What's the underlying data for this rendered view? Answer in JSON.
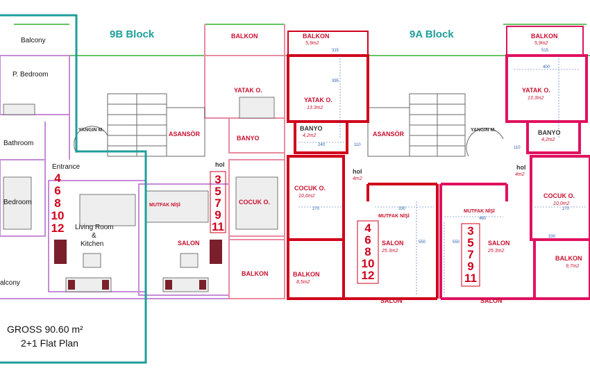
{
  "blocks": {
    "left": "9B Block",
    "right": "9A Block"
  },
  "flat": {
    "rooms": {
      "balcony_top": "Balcony",
      "parent_bedroom": "P. Bedroom",
      "bathroom": "Bathroom",
      "entrance": "Entrance",
      "bedroom": "Bedroom",
      "living_line1": "Living Room",
      "living_line2": "&",
      "living_line3": "Kitchen",
      "balcony_bottom": "alcony"
    },
    "gross_line": "GROSS 90.60 m²",
    "type_line": "2+1 Flat Plan"
  },
  "stacks": {
    "even_9b": [
      "4",
      "6",
      "8",
      "10",
      "12"
    ],
    "odd_9b": [
      "3",
      "5",
      "7",
      "9",
      "11"
    ],
    "even_9a": [
      "4",
      "6",
      "8",
      "10",
      "12"
    ],
    "odd_9a": [
      "3",
      "5",
      "7",
      "9",
      "11"
    ]
  },
  "labels_9b": {
    "yangin": "YANGIN M.",
    "asansor": "ASANSÖR",
    "balkon_top": "BALKON",
    "yatak": "YATAK O.",
    "banyo": "BANYO",
    "hol": "hol",
    "cocuk": "COCUK O.",
    "mutfak": "MUTFAK NİŞİ",
    "salon": "SALON",
    "balkon_bottom": "BALKON"
  },
  "labels_9a": {
    "balkon_top_l": "BALKON",
    "balkon_top_l_area": "5,9m2",
    "yatak_l": "YATAK O.",
    "yatak_l_area": "13.3m2",
    "banyo_l": "BANYO",
    "banyo_l_area": "4,2m2",
    "asansor": "ASANSÖR",
    "yangin": "YANGIN M.",
    "hol_l": "hol",
    "hol_l_area": "4m2",
    "cocuk_l": "COCUK O.",
    "cocuk_l_area": "10,6m2",
    "mutfak_l": "MUTFAK NİŞİ",
    "salon_l": "SALON",
    "salon_l_area": "25.3m2",
    "balkon_bottom_l": "BALKON",
    "balkon_bottom_l_area": "8,5m2",
    "salon_bottom_l": "SALON",
    "mutfak_r": "MUTFAK NİŞİ",
    "salon_r": "SALON",
    "salon_r_area": "25.3m2",
    "balkon_top_r": "BALKON",
    "balkon_top_r_area": "5,9m2",
    "yatak_r": "YATAK O.",
    "yatak_r_area": "13.3m2",
    "banyo_r": "BANYO",
    "banyo_r_area": "4,2m2",
    "hol_r": "hol",
    "hol_r_area": "4m2",
    "cocuk_r": "COCUK O.",
    "cocuk_r_area": "10,0m2",
    "balkon_bottom_r": "BALKON",
    "balkon_bottom_r_area": "9,7m2",
    "salon_bottom_r": "SALON"
  },
  "dimensions": {
    "d315a": "315",
    "d395": "395",
    "d240": "240",
    "d110a": "110",
    "d270a": "270",
    "d330a": "330",
    "d550a": "550",
    "d460": "460",
    "d550b": "550",
    "d400": "400",
    "d110b": "110",
    "d270b": "270",
    "d330b": "330",
    "d515": "515"
  },
  "colors": {
    "teal": "#1f9e9a",
    "red_wall": "#d0021b",
    "magenta_wall": "#e0115f",
    "green_line": "#62c462",
    "purple_line": "#c48bd6",
    "blue_dim": "#2a5db0"
  }
}
